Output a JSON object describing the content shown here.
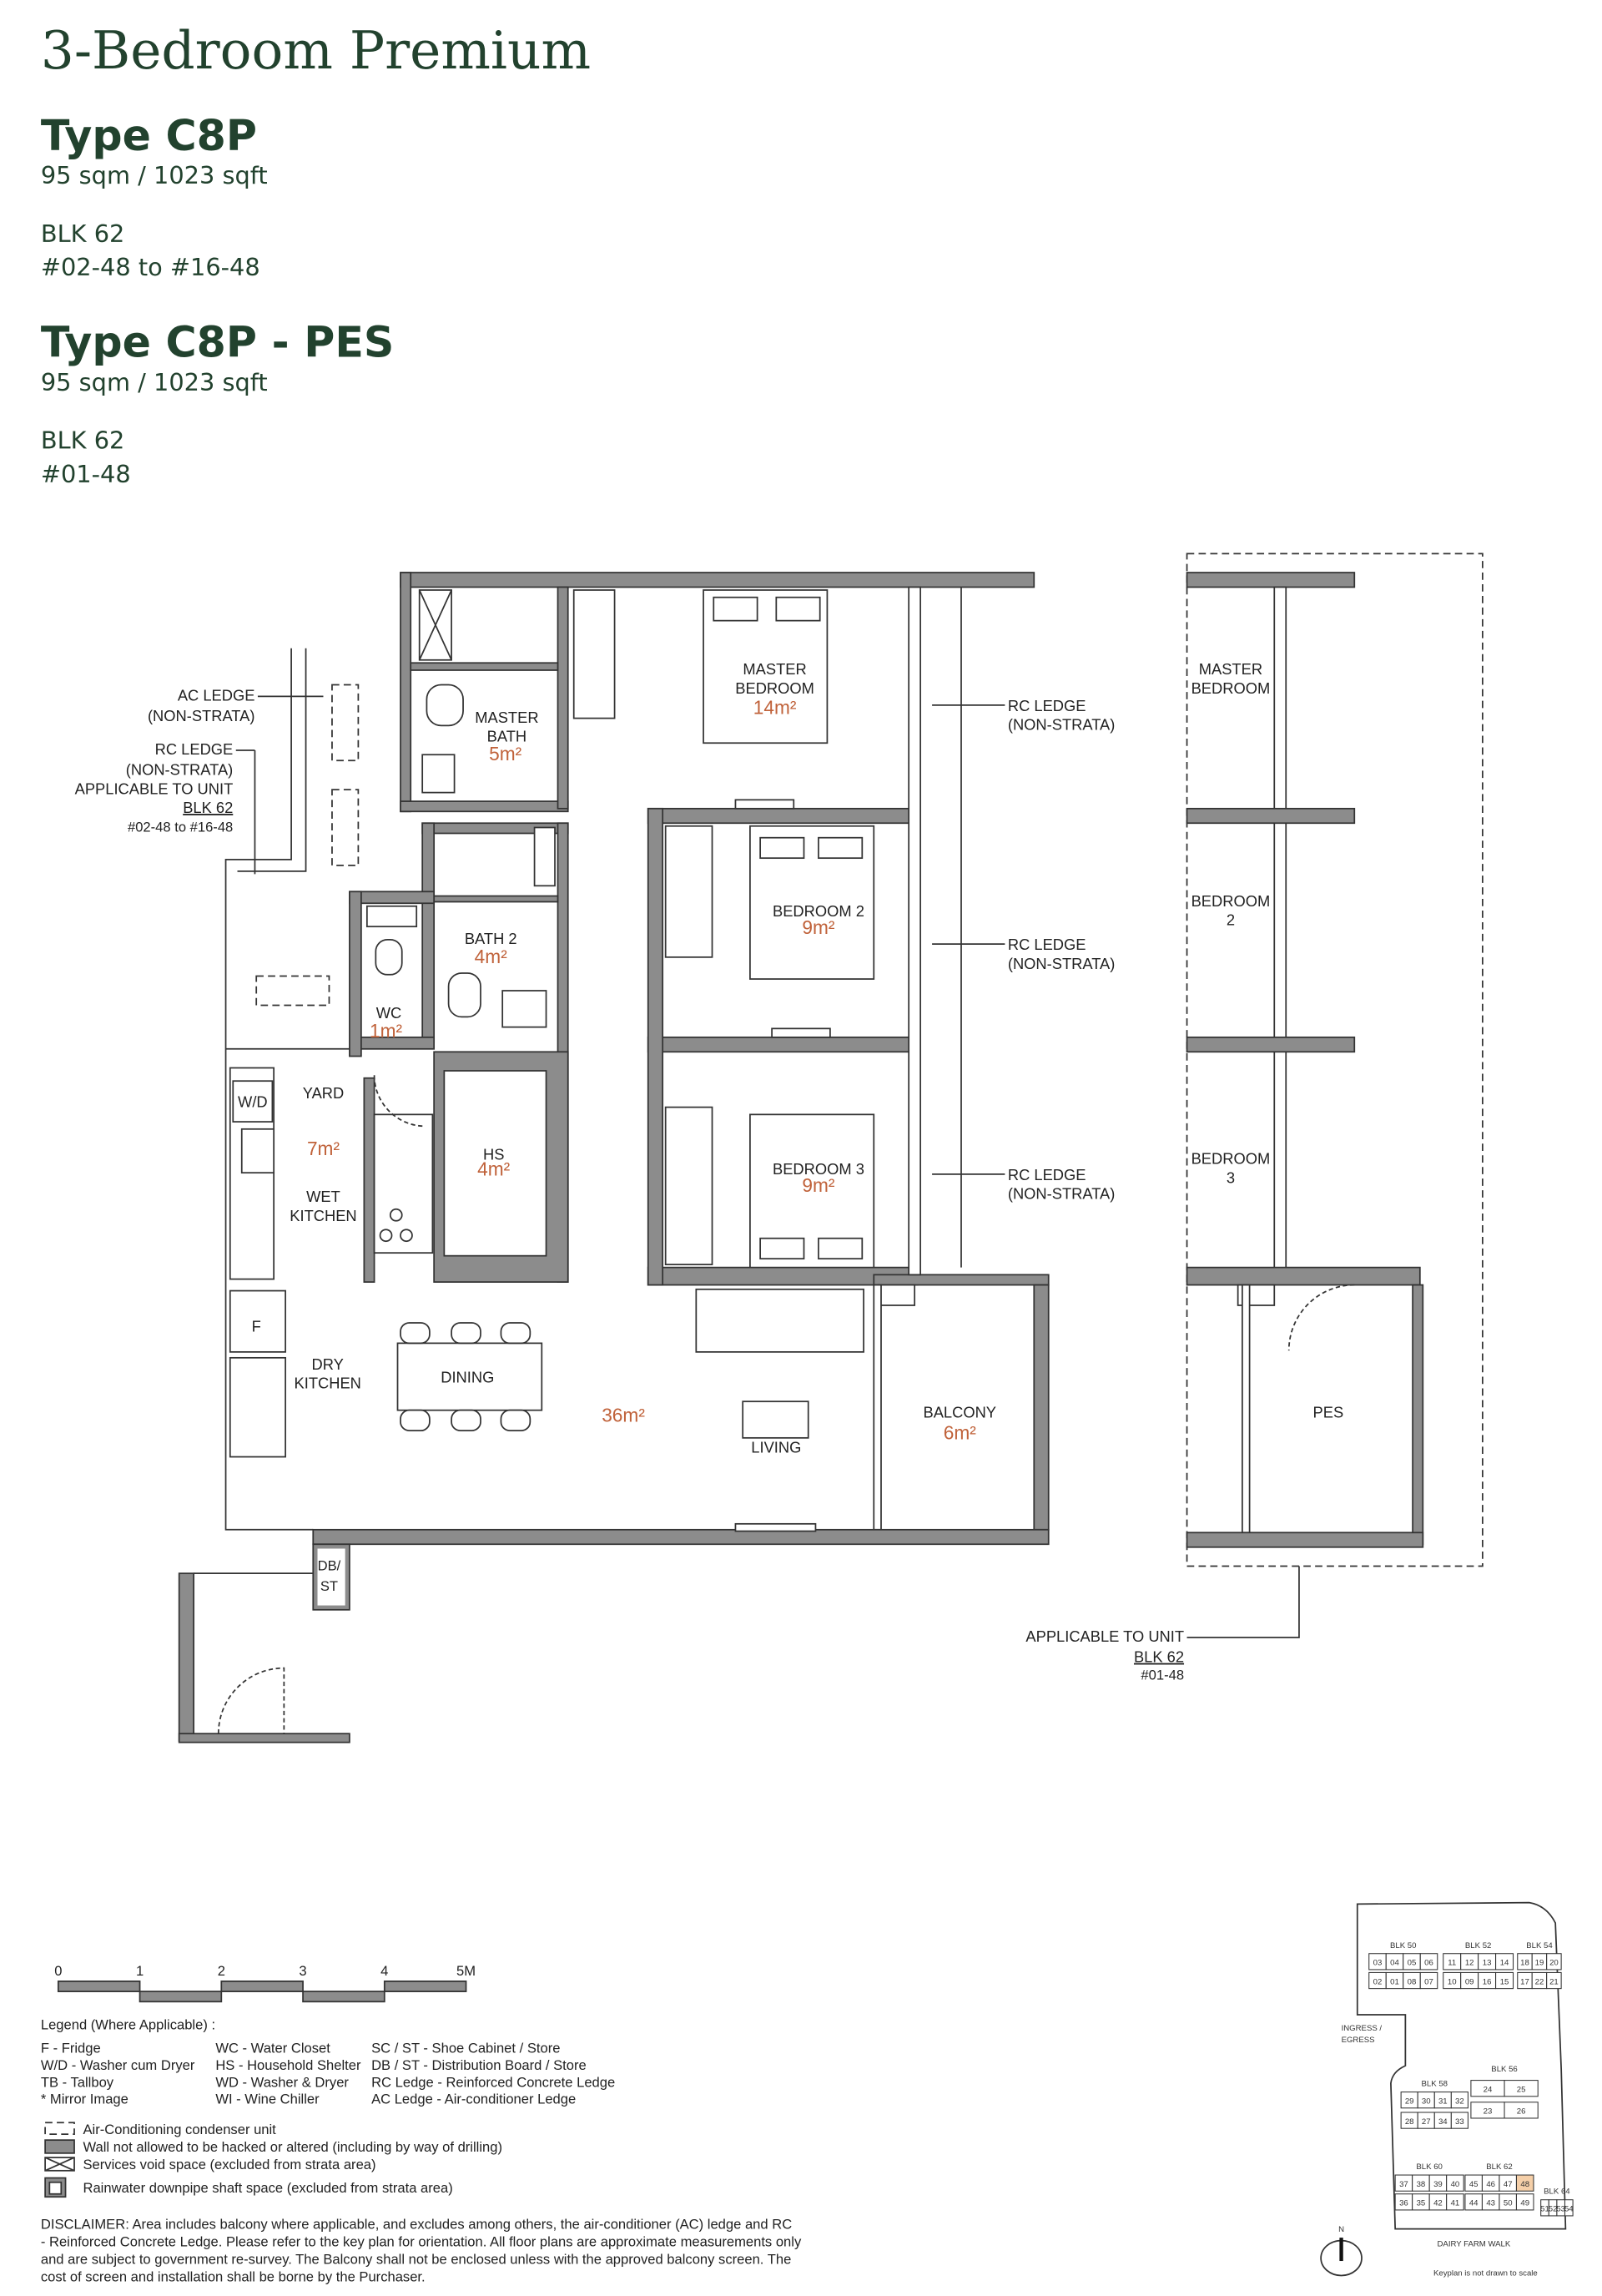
{
  "header": {
    "title": "3-Bedroom Premium",
    "types": [
      {
        "name": "Type C8P",
        "area": "95 sqm / 1023 sqft",
        "block": "BLK 62",
        "units": "#02-48 to #16-48"
      },
      {
        "name": "Type C8P - PES",
        "area": "95 sqm / 1023 sqft",
        "block": "BLK 62",
        "units": "#01-48"
      }
    ]
  },
  "plan": {
    "ac_ledge": [
      "AC LEDGE",
      "(NON-STRATA)"
    ],
    "rc_ledge_left": [
      "RC LEDGE",
      "(NON-STRATA)",
      "APPLICABLE TO UNIT",
      "BLK 62",
      "#02-48 to #16-48"
    ],
    "rc_ledge": [
      "RC LEDGE",
      "(NON-STRATA)"
    ],
    "rooms": {
      "master_bedroom": [
        "MASTER",
        "BEDROOM",
        "14m²"
      ],
      "master_bath": [
        "MASTER",
        "BATH",
        "5m²"
      ],
      "bedroom2": [
        "BEDROOM 2",
        "9m²"
      ],
      "bath2": [
        "BATH 2",
        "4m²"
      ],
      "wc": [
        "WC",
        "1m²"
      ],
      "yard": [
        "YARD",
        "7m²"
      ],
      "wd": "W/D",
      "wet_kitchen": [
        "WET",
        "KITCHEN"
      ],
      "hs": [
        "HS",
        "4m²"
      ],
      "bedroom3": [
        "BEDROOM 3",
        "9m²"
      ],
      "fridge": "F",
      "dry_kitchen": [
        "DRY",
        "KITCHEN"
      ],
      "dining": "DINING",
      "living_area": "36m²",
      "living": "LIVING",
      "balcony": [
        "BALCONY",
        "6m²"
      ],
      "dbst": [
        "DB/",
        "ST"
      ]
    },
    "pes": {
      "master_bedroom": [
        "MASTER",
        "BEDROOM"
      ],
      "bedroom2": [
        "BEDROOM",
        "2"
      ],
      "bedroom3": [
        "BEDROOM",
        "3"
      ],
      "pes": "PES",
      "applicable": [
        "APPLICABLE TO UNIT",
        "BLK 62",
        "#01-48"
      ]
    }
  },
  "scale": {
    "ticks": [
      "0",
      "1",
      "2",
      "3",
      "4",
      "5M"
    ]
  },
  "legend": {
    "title": "Legend (Where Applicable) :",
    "columns": [
      [
        "F - Fridge",
        "W/D - Washer cum Dryer",
        "TB - Tallboy",
        "* Mirror Image"
      ],
      [
        "WC - Water Closet",
        "HS - Household Shelter",
        "WD - Washer & Dryer",
        "WI  - Wine Chiller"
      ],
      [
        "SC / ST - Shoe Cabinet / Store",
        "DB / ST - Distribution Board / Store",
        "RC Ledge - Reinforced Concrete Ledge",
        "AC Ledge - Air-conditioner Ledge"
      ]
    ],
    "symbols": [
      "Air-Conditioning condenser unit",
      "Wall not allowed to be hacked or altered (including by way of drilling)",
      "Services void space (excluded from strata area)",
      "Rainwater downpipe shaft space (excluded from strata area)"
    ]
  },
  "disclaimer": [
    "DISCLAIMER: Area includes balcony where applicable, and excludes among others, the air-conditioner (AC) ledge and RC",
    "- Reinforced Concrete Ledge. Please refer to the key plan for orientation. All floor plans are approximate measurements only",
    "and are subject to government re-survey. The Balcony shall not be enclosed unless with the approved balcony screen. The",
    "cost of screen and installation shall be borne by the Purchaser."
  ],
  "keyplan": {
    "ingress": [
      "INGRESS /",
      "EGRESS"
    ],
    "road": "DAIRY FARM WALK",
    "north": "N",
    "note": "Keyplan is not drawn to scale",
    "highlight_unit": "48",
    "highlight_color": "#f5cfa8",
    "blocks": [
      {
        "label": "BLK 50",
        "top": [
          "03",
          "04",
          "05",
          "06"
        ],
        "bottom": [
          "02",
          "01",
          "08",
          "07"
        ]
      },
      {
        "label": "BLK 52",
        "top": [
          "11",
          "12",
          "13",
          "14"
        ],
        "bottom": [
          "10",
          "09",
          "16",
          "15"
        ]
      },
      {
        "label": "BLK 54",
        "top": [
          "18",
          "19",
          "20"
        ],
        "bottom": [
          "17",
          "22",
          "21"
        ]
      },
      {
        "label": "BLK 58",
        "top": [
          "29",
          "30",
          "31",
          "32"
        ],
        "bottom": [
          "28",
          "27",
          "34",
          "33"
        ]
      },
      {
        "label": "BLK 56",
        "top": [
          "24",
          "25"
        ],
        "bottom": [
          "23",
          "26"
        ]
      },
      {
        "label": "BLK 60",
        "top": [
          "37",
          "38",
          "39",
          "40"
        ],
        "bottom": [
          "36",
          "35",
          "42",
          "41"
        ]
      },
      {
        "label": "BLK 62",
        "top": [
          "45",
          "46",
          "47",
          "48"
        ],
        "bottom": [
          "44",
          "43",
          "50",
          "49"
        ]
      },
      {
        "label": "BLK 64",
        "top": [
          "51",
          "52",
          "53",
          "54"
        ],
        "bottom": []
      }
    ]
  },
  "colors": {
    "heading": "#22422e",
    "area_text": "#c0623a",
    "wall": "#8c8c8c"
  }
}
